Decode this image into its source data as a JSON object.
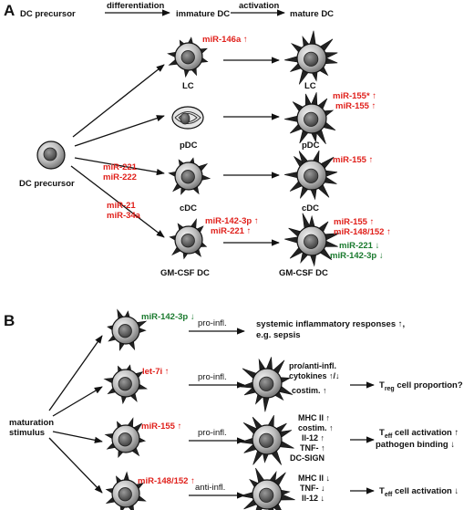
{
  "colors": {
    "text": "#111111",
    "up_red": "#e0201b",
    "down_green": "#1a7a2e",
    "cell_fill": "#bdbdbd",
    "nucleus": "#555555"
  },
  "panel_a": {
    "label": "A",
    "header_precursor": "DC precursor",
    "header_differentiation": "differentiation",
    "header_immature": "immature DC",
    "header_activation": "activation",
    "header_mature": "mature DC",
    "precursor_label": "DC precursor",
    "path_mirs": [
      "miR-221",
      "miR-222",
      "miR-21",
      "miR-34a"
    ],
    "rows": [
      {
        "immature_label": "LC",
        "mature_label": "LC",
        "immature_mirs": [
          "miR-146a ↑"
        ],
        "mature_red": [],
        "mature_green": []
      },
      {
        "immature_label": "pDC",
        "mature_label": "pDC",
        "immature_mirs": [],
        "mature_red": [
          "miR-155* ↑",
          "miR-155 ↑"
        ],
        "mature_green": []
      },
      {
        "immature_label": "cDC",
        "mature_label": "cDC",
        "immature_mirs": [],
        "mature_red": [
          "miR-155 ↑"
        ],
        "mature_green": []
      },
      {
        "immature_label": "GM-CSF DC",
        "mature_label": "GM-CSF DC",
        "immature_mirs": [
          "miR-142-3p ↑",
          "miR-221 ↑"
        ],
        "mature_red": [
          "miR-155 ↑",
          "miR-148/152 ↑"
        ],
        "mature_green": [
          "miR-221 ↓",
          "miR-142-3p ↓"
        ]
      }
    ]
  },
  "panel_b": {
    "label": "B",
    "stimulus_line1": "maturation",
    "stimulus_line2": "stimulus",
    "rows": [
      {
        "mir": "miR-142-3p ↓",
        "mir_color": "down_green",
        "arrow": "pro-infl.",
        "outcome1": "systemic inflammatory responses ↑,",
        "outcome2": "e.g. sepsis"
      },
      {
        "mir": "let-7i ↑",
        "mir_color": "up_red",
        "arrow": "pro-infl.",
        "effects": [
          "pro/anti-infl.",
          "cytokines ↑/↓",
          "costim. ↑"
        ],
        "result_prefix": "T",
        "result_sub": "reg",
        "result_suffix": " cell proportion?"
      },
      {
        "mir": "miR-155 ↑",
        "mir_color": "up_red",
        "arrow": "pro-infl.",
        "effects": [
          "MHC II ↑",
          "costim. ↑",
          "Il-12 ↑",
          "TNF-  ↑",
          "DC-SIGN"
        ],
        "result_prefix": "T",
        "result_sub": "eff",
        "result_suffix": " cell activation ↑",
        "result_line2": "pathogen binding ↓"
      },
      {
        "mir": "miR-148/152 ↑",
        "mir_color": "up_red",
        "arrow": "anti-infl.",
        "effects": [
          "MHC II ↓",
          "TNF-  ↓",
          "Il-12 ↓"
        ],
        "result_prefix": "T",
        "result_sub": "eff",
        "result_suffix": " cell activation ↓"
      }
    ]
  }
}
